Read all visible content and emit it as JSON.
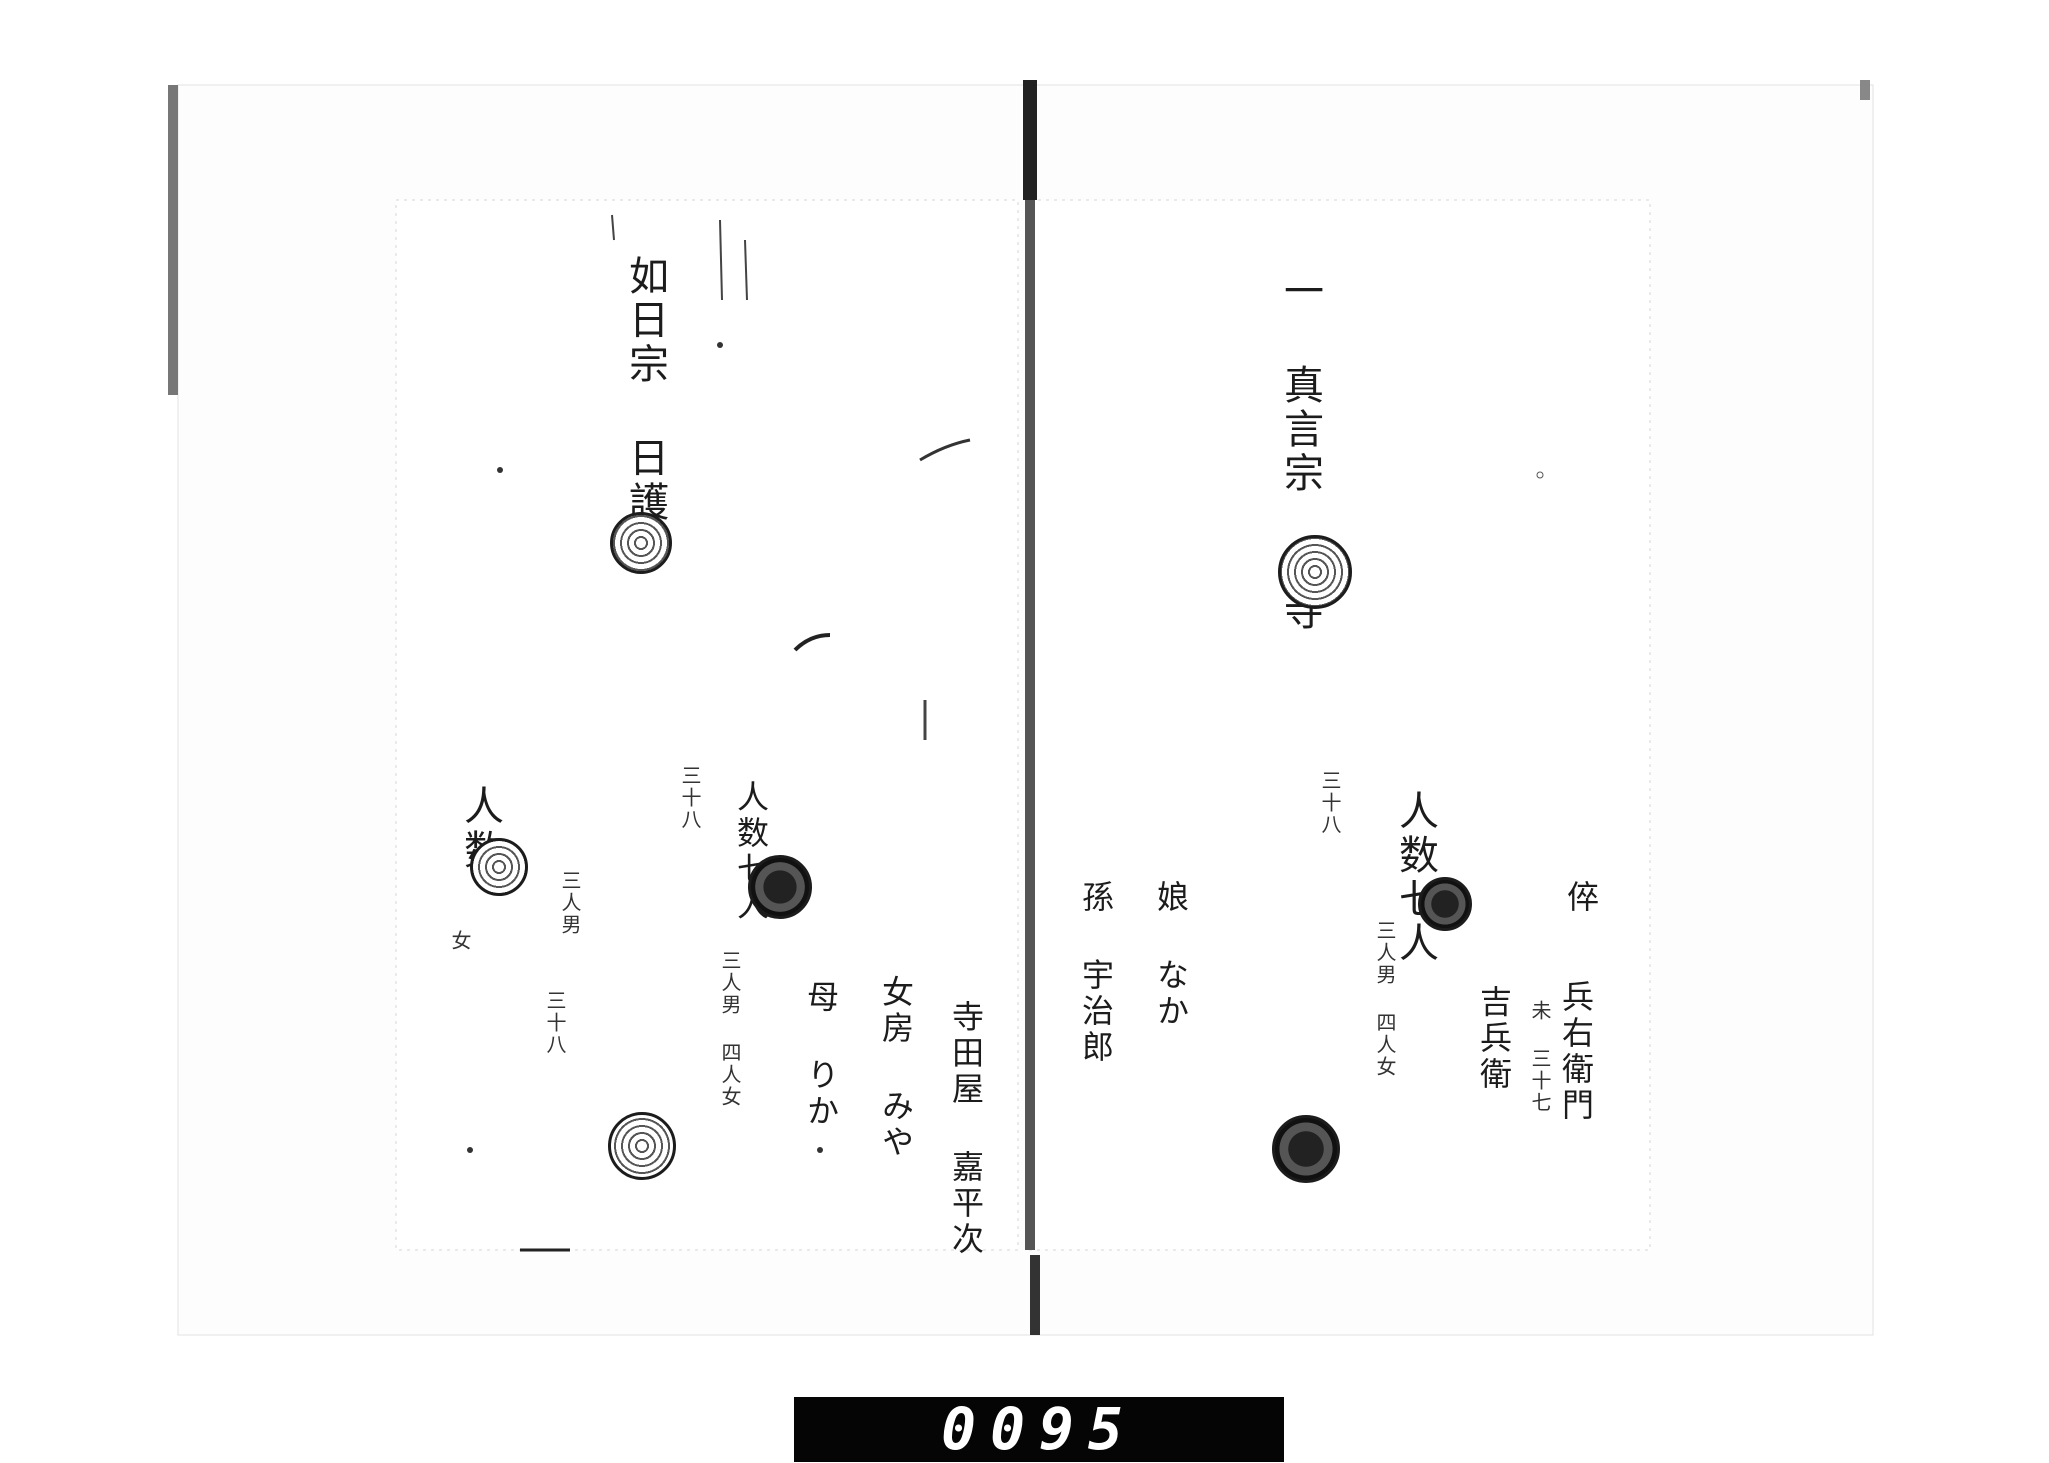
{
  "left_page": {
    "col1": "如日宗 日護",
    "col2": "人数七人",
    "col3": "三人男 四人女",
    "col4": "三十八",
    "col5": "寺田屋 嘉平次",
    "col6": "女房 みや",
    "col7": "母 りか",
    "col8": "三十八",
    "col9": "人数",
    "col10": "三人男",
    "col11": "女"
  },
  "right_page": {
    "col1": "一 真言宗 東寺",
    "col2": "人数七人",
    "col3": "三人男 四人女",
    "col4": "倅",
    "col5": "兵右衛門",
    "col6": "未 三十七",
    "col7": "吉兵衛",
    "col8": "三十八",
    "col9": "娘 なか",
    "col10": "孫 宇治郎"
  },
  "frame_number": "0095"
}
